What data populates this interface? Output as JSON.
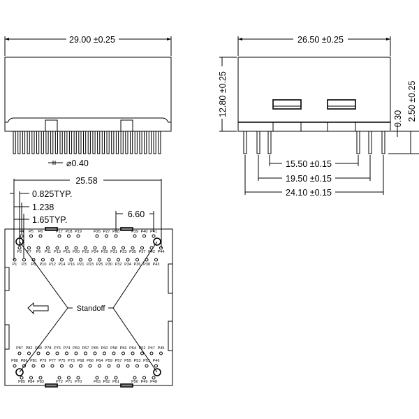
{
  "front_view": {
    "width_dim": "29.00 ±0.25",
    "pin_dia": "⌀0.40"
  },
  "side_view": {
    "width_dim": "26.50 ±0.25",
    "height_dim": "12.80 ±0.25",
    "standoff_dim": "0.30",
    "pin_len_dim": "2.50 ±0.25",
    "pitch_inner": "15.50 ±0.15",
    "pitch_mid": "19.50 ±0.15",
    "pitch_outer": "24.10 ±0.15"
  },
  "bottom_view": {
    "overall_dim": "25.58",
    "dim_a": "0.825TYP.",
    "dim_b": "1.238",
    "dim_c": "1.65TYP.",
    "slot_dim": "6.60",
    "standoff_label": "Standoff",
    "rows": {
      "top_outer": [
        "P4",
        "P5",
        "P6",
        "P17",
        "P18",
        "P19",
        "P26",
        "P27",
        "P28",
        "P39",
        "P40",
        "P41"
      ],
      "top_middle": [
        "P2",
        "P7",
        "P9",
        "P11",
        "P13",
        "P15",
        "P20",
        "P22",
        "P24",
        "P29",
        "P31",
        "P33",
        "P35",
        "P37",
        "P42",
        "P44"
      ],
      "top_inner": [
        "P1",
        "P3",
        "P8",
        "P10",
        "P12",
        "P14",
        "P16",
        "P21",
        "P23",
        "P25",
        "P30",
        "P32",
        "P34",
        "P36",
        "P38",
        "P43"
      ],
      "bottom_inner": [
        "P87",
        "P82",
        "P80",
        "P78",
        "P76",
        "P74",
        "P69",
        "P67",
        "P65",
        "P60",
        "P58",
        "P56",
        "P54",
        "P52",
        "P47",
        "P45"
      ],
      "bottom_middle": [
        "P88",
        "P86",
        "P81",
        "P79",
        "P77",
        "P75",
        "P73",
        "P68",
        "P66",
        "P64",
        "P59",
        "P57",
        "P55",
        "P53",
        "P51",
        "P46"
      ],
      "bottom_outer": [
        "P85",
        "P84",
        "P83",
        "P72",
        "P71",
        "P70",
        "P63",
        "P62",
        "P61",
        "P50",
        "P49",
        "P48"
      ]
    }
  }
}
